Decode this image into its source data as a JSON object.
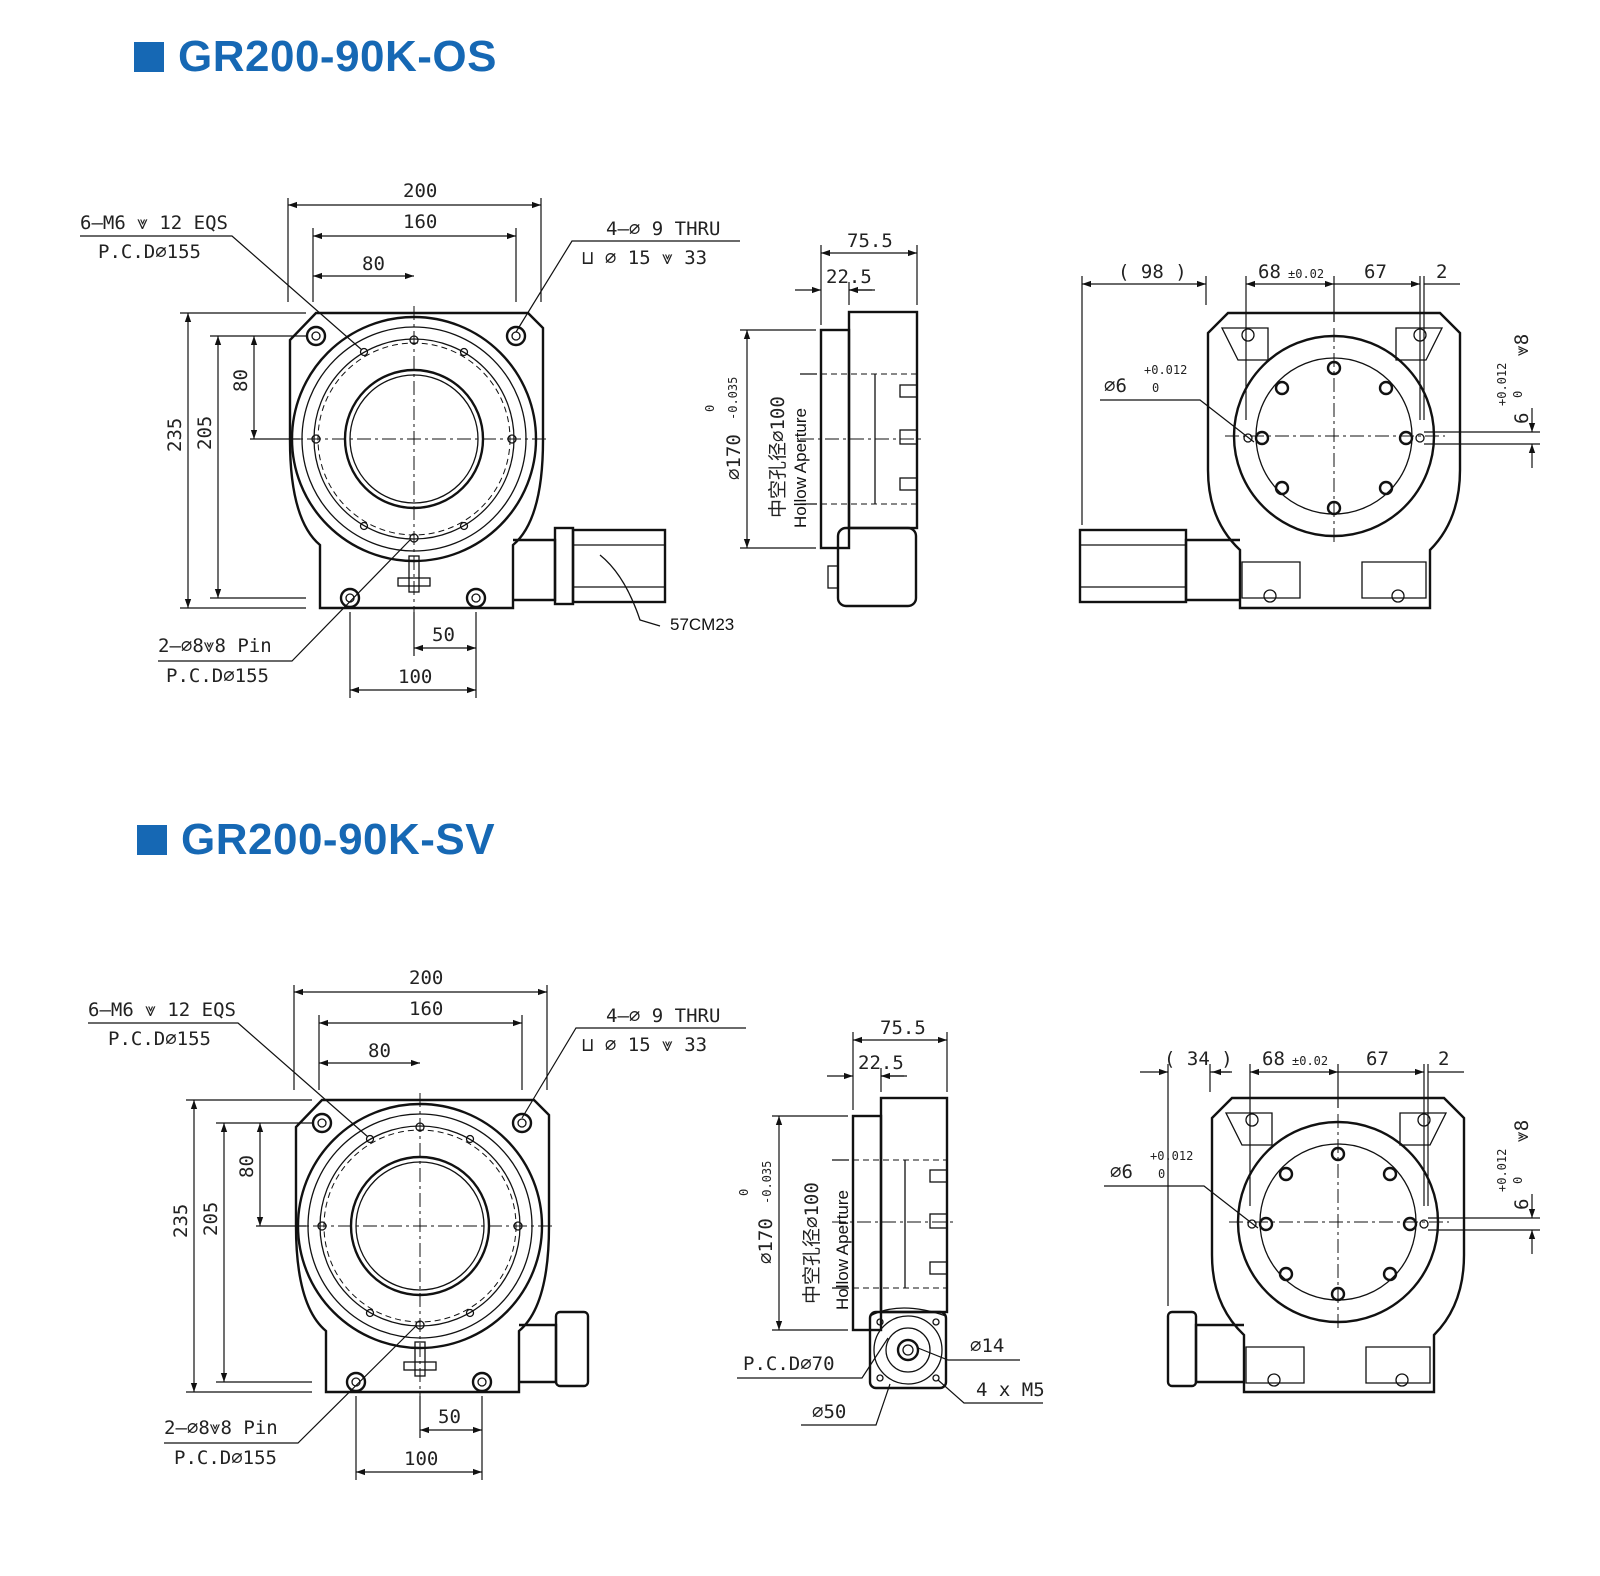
{
  "section_os": {
    "title": "GR200-90K-OS",
    "front": {
      "mount_holes": "6–M6 ⩔ 12 EQS",
      "mount_pcd": "P.C.D∅155",
      "thru_holes": "4–∅ 9 THRU",
      "counterbore": "⊔  ∅ 15 ⩔ 33",
      "dim_200": "200",
      "dim_160": "160",
      "dim_80_top": "80",
      "dim_235": "235",
      "dim_205": "205",
      "dim_80_side": "80",
      "pin_holes": "2–∅8⩔8 Pin",
      "pin_pcd": "P.C.D∅155",
      "dim_50": "50",
      "dim_100": "100",
      "motor": "57CM23"
    },
    "side": {
      "dim_75_5": "75.5",
      "dim_22_5": "22.5",
      "dim_170": "∅170",
      "tol_170_upper": "0",
      "tol_170_lower": "-0.035",
      "aperture_cn": "中空孔径∅100",
      "aperture_en": "Hollow Aperture"
    },
    "rear": {
      "dim_98": "( 98 )",
      "dim_68": "68",
      "tol_68": "±0.02",
      "dim_67": "67",
      "dim_2": "2",
      "dia_6": "∅6",
      "tol_6_upper": "+0.012",
      "tol_6_lower": "0",
      "depth_8": "⩔8",
      "tol_r_upper": "+0.012",
      "tol_r_lower": "0",
      "dim_6": "6"
    }
  },
  "section_sv": {
    "title": "GR200-90K-SV",
    "front": {
      "mount_holes": "6–M6 ⩔ 12 EQS",
      "mount_pcd": "P.C.D∅155",
      "thru_holes": "4–∅ 9 THRU",
      "counterbore": "⊔  ∅ 15 ⩔ 33",
      "dim_200": "200",
      "dim_160": "160",
      "dim_80_top": "80",
      "dim_235": "235",
      "dim_205": "205",
      "dim_80_side": "80",
      "pin_holes": "2–∅8⩔8 Pin",
      "pin_pcd": "P.C.D∅155",
      "dim_50": "50",
      "dim_100": "100"
    },
    "side": {
      "dim_75_5": "75.5",
      "dim_22_5": "22.5",
      "dim_170": "∅170",
      "tol_170_upper": "0",
      "tol_170_lower": "-0.035",
      "aperture_cn": "中空孔径∅100",
      "aperture_en": "Hollow Aperture",
      "pcd_70": "P.C.D∅70",
      "dia_14": "∅14",
      "dia_50": "∅50",
      "m5": "4 x M5"
    },
    "rear": {
      "dim_34": "( 34 )",
      "dim_68": "68",
      "tol_68": "±0.02",
      "dim_67": "67",
      "dim_2": "2",
      "dia_6": "∅6",
      "tol_6_upper": "+0.012",
      "tol_6_lower": "0",
      "depth_8": "⩔8",
      "tol_r_upper": "+0.012",
      "tol_r_lower": "0",
      "dim_6": "6"
    }
  },
  "colors": {
    "title": "#1668b4",
    "line": "#111111"
  }
}
